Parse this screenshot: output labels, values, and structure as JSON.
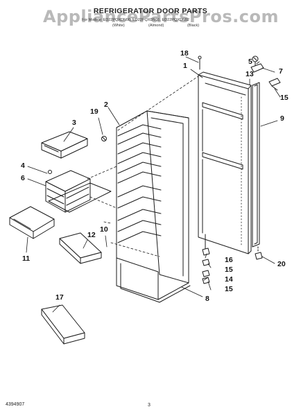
{
  "watermark": "AppliancePartsPros.com",
  "header": {
    "title": "REFRIGERATOR DOOR PARTS",
    "for_models": "For Models: ED22PQXDN00, ED22PQXDN01, ED22PQXDN02",
    "color_codes": [
      "(White)",
      "(Almond)",
      "(Black)"
    ]
  },
  "callouts": [
    "1",
    "2",
    "3",
    "4",
    "5",
    "6",
    "7",
    "8",
    "9",
    "10",
    "11",
    "12",
    "13",
    "14",
    "15",
    "15",
    "15",
    "16",
    "17",
    "18",
    "19",
    "20"
  ],
  "footer": {
    "doc_number": "4394907",
    "page_number": "3"
  },
  "colors": {
    "line": "#1a1a1a",
    "watermark": "#b9b9b9"
  }
}
